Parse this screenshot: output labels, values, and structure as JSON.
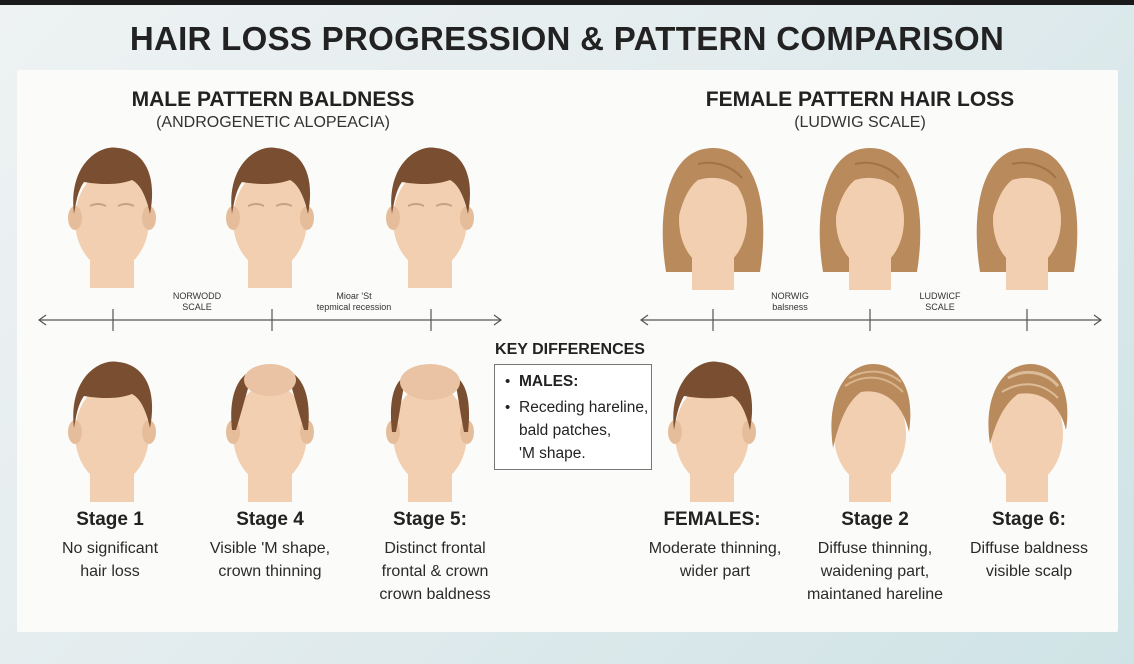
{
  "title": "HAIR LOSS PROGRESSION & PATTERN COMPARISON",
  "male": {
    "title": "MALE PATTERN BALDNESS",
    "subtitle": "(ANDROGENETIC ALOPEACIA)",
    "axis_labels": [
      {
        "line1": "NORWODD",
        "line2": "SCALE"
      },
      {
        "line1": "Mioar 'St",
        "line2": "tepmical recession"
      }
    ],
    "stages": [
      {
        "title": "Stage 1",
        "desc": [
          "No significant",
          "hair loss"
        ]
      },
      {
        "title": "Stage 4",
        "desc": [
          "Visible 'M shape,",
          "crown thinning"
        ]
      },
      {
        "title": "Stage 5:",
        "desc": [
          "Distinct frontal",
          "frontal & crown",
          "crown baldness"
        ]
      }
    ]
  },
  "female": {
    "title": "FEMALE PATTERN HAIR LOSS",
    "subtitle": "(LUDWIG SCALE)",
    "axis_labels": [
      {
        "line1": "NORWIG",
        "line2": "balsness"
      },
      {
        "line1": "LUDWICF",
        "line2": "SCALE"
      }
    ],
    "stages": [
      {
        "title": "FEMALES:",
        "desc": [
          "Moderate thinning,",
          "wider part"
        ]
      },
      {
        "title": "Stage 2",
        "desc": [
          "Diffuse thinning,",
          "waidening part,",
          "maintaned hareline"
        ]
      },
      {
        "title": "Stage 6:",
        "desc": [
          "Diffuse baldness",
          "visible scalp"
        ]
      }
    ]
  },
  "key_differences": {
    "title": "KEY DIFFERENCES",
    "heading": "MALES:",
    "lines": [
      "Receding hareline,",
      "bald patches,",
      "'M shape."
    ]
  },
  "colors": {
    "skin": "#f2cfb0",
    "skin_shade": "#e6bd9b",
    "male_hair": "#7a4e30",
    "female_hair": "#b98a5c",
    "accent_bg": "#cfe3e6"
  }
}
